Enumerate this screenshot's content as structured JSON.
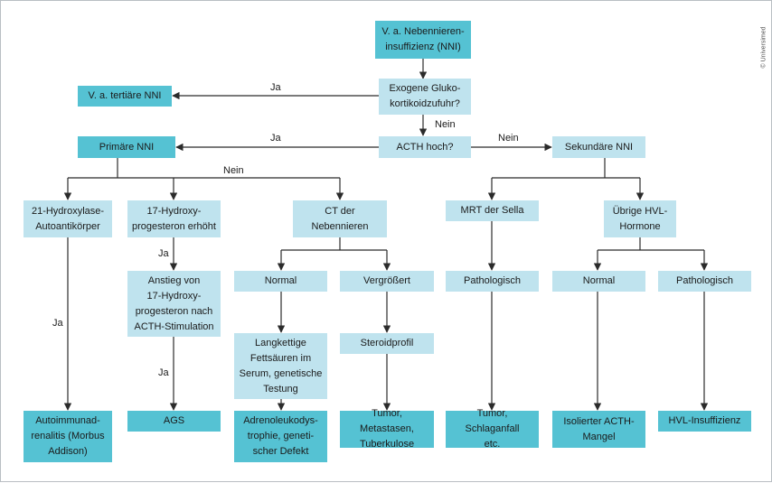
{
  "nodes": {
    "start": "V. a. Nebennieren-\ninsuffizienz (NNI)",
    "exogen": "Exogene Gluko-\nkortikoidzufuhr?",
    "tertiaer": "V. a. tertiäre NNI",
    "acth": "ACTH hoch?",
    "primaer": "Primäre NNI",
    "sekundaer": "Sekundäre NNI",
    "hydroxylase": "21-Hydroxylase-\nAutoantikörper",
    "hydroxyprog": "17-Hydroxy-\nprogesteron erhöht",
    "ct": "CT der\nNebennieren",
    "mrt": "MRT der Sella",
    "hvl": "Übrige HVL-\nHormone",
    "anstieg": "Anstieg von\n17-Hydroxy-\nprogesteron nach\nACTH-Stimulation",
    "ct_normal": "Normal",
    "ct_vergr": "Vergrößert",
    "mrt_path": "Pathologisch",
    "hvl_normal": "Normal",
    "hvl_path": "Pathologisch",
    "fettsaeuren": "Langkettige\nFettsäuren im\nSerum, genetische\nTestung",
    "steroid": "Steroidprofil",
    "autoimmun": "Autoimmunad-\nrenalitis (Morbus\nAddison)",
    "ags": "AGS",
    "adreno": "Adrenoleukodys-\ntrophie, geneti-\nscher Defekt",
    "tumor1": "Tumor, Metastasen,\nTuberkulose",
    "tumor2": "Tumor, Schlaganfall\netc.",
    "acth_mangel": "Isolierter ACTH-\nMangel",
    "hvl_insuff": "HVL-Insuffizienz"
  },
  "edge_labels": {
    "ja_tertiaer": "Ja",
    "nein_acth": "Nein",
    "ja_primaer": "Ja",
    "nein_sekundaer": "Nein",
    "nein_primaer": "Nein",
    "ja_anstieg": "Ja",
    "ja_ags": "Ja",
    "ja_autoimmun": "Ja"
  },
  "watermark": "© Universimed",
  "colors": {
    "light_box": "#bfe3ee",
    "dark_box": "#55c2d3",
    "line": "#2b2b2b"
  }
}
